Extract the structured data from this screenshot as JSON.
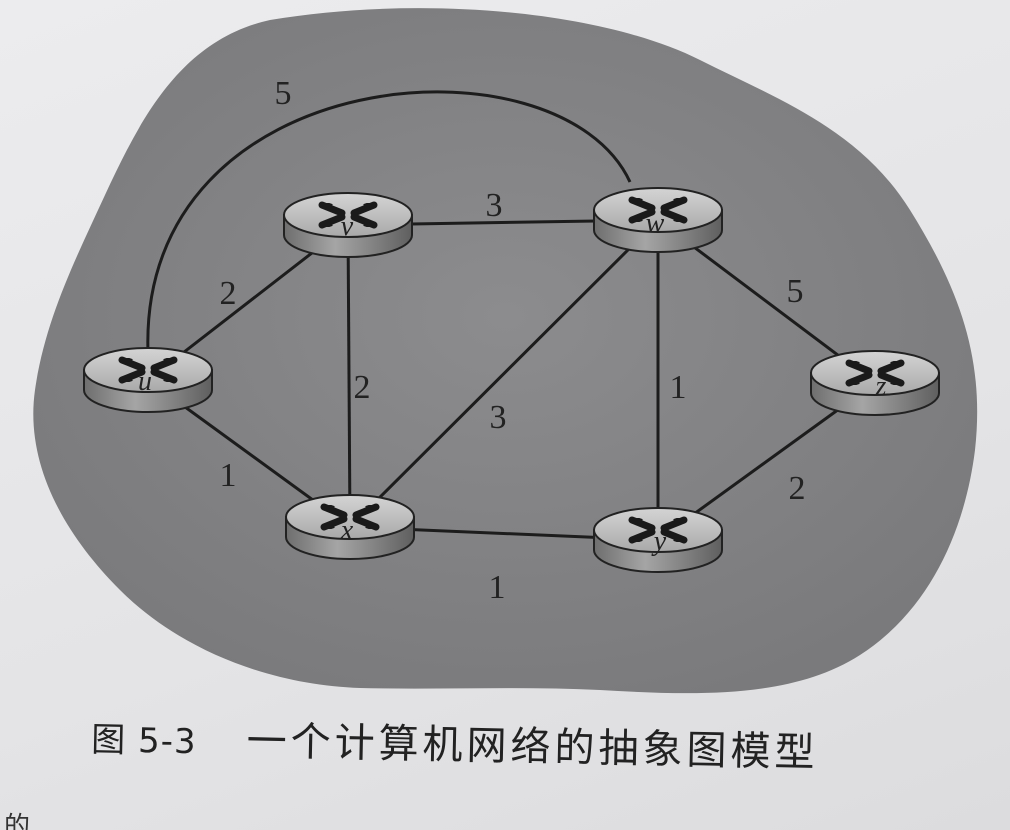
{
  "figure": {
    "number": "图 5-3",
    "title": "一个计算机网络的抽象图模型",
    "bottom_fragment": "的"
  },
  "nodes": [
    {
      "id": "u",
      "label": "u"
    },
    {
      "id": "v",
      "label": "v"
    },
    {
      "id": "w",
      "label": "w"
    },
    {
      "id": "x",
      "label": "x"
    },
    {
      "id": "y",
      "label": "y"
    },
    {
      "id": "z",
      "label": "z"
    }
  ],
  "edges": [
    {
      "from": "u",
      "to": "w",
      "weight": "5"
    },
    {
      "from": "u",
      "to": "v",
      "weight": "2"
    },
    {
      "from": "u",
      "to": "x",
      "weight": "1"
    },
    {
      "from": "v",
      "to": "w",
      "weight": "3"
    },
    {
      "from": "v",
      "to": "x",
      "weight": "2"
    },
    {
      "from": "x",
      "to": "w",
      "weight": "3"
    },
    {
      "from": "x",
      "to": "y",
      "weight": "1"
    },
    {
      "from": "w",
      "to": "y",
      "weight": "1"
    },
    {
      "from": "w",
      "to": "z",
      "weight": "5"
    },
    {
      "from": "y",
      "to": "z",
      "weight": "2"
    }
  ]
}
